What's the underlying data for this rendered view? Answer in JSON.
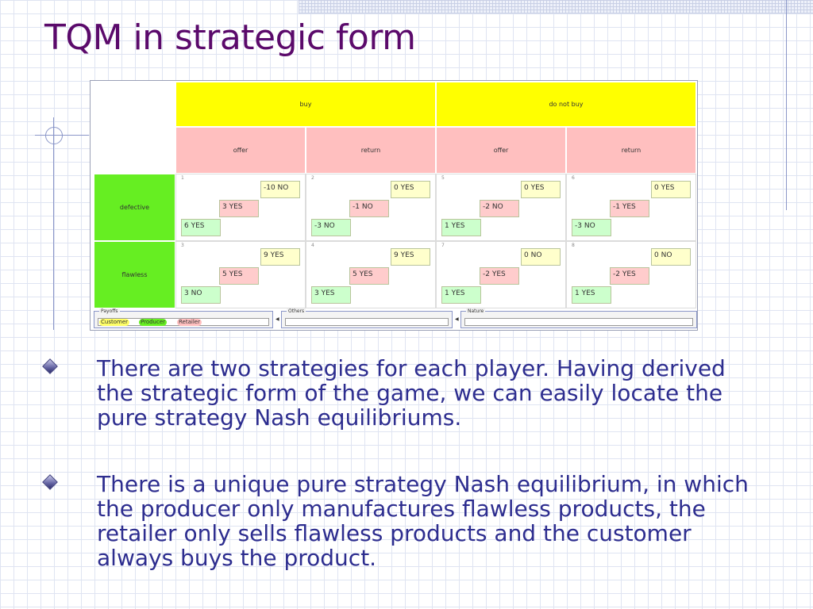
{
  "slide": {
    "title": "TQM in strategic form",
    "bullets": [
      "There are two strategies for each player. Having derived the strategic form of the game, we can easily locate the pure strategy Nash equilibriums.",
      "There is a unique pure strategy Nash equilibrium, in which the producer only manufactures flawless products, the retailer only sells flawless products and the customer always buys the product."
    ]
  },
  "game": {
    "customer_strategies": [
      "buy",
      "do not buy"
    ],
    "retailer_strategies": [
      "offer",
      "return",
      "offer",
      "return"
    ],
    "producer_strategies": [
      "defective",
      "flawless"
    ],
    "cells": [
      [
        {
          "num": "1",
          "customer": "-10 NO",
          "producer": "3 YES",
          "retailer": "6 YES"
        },
        {
          "num": "2",
          "customer": "0 YES",
          "producer": "-1 NO",
          "retailer": "-3 NO"
        },
        {
          "num": "5",
          "customer": "0 YES",
          "producer": "-2 NO",
          "retailer": "1 YES"
        },
        {
          "num": "6",
          "customer": "0 YES",
          "producer": "-1 YES",
          "retailer": "-3 NO"
        }
      ],
      [
        {
          "num": "3",
          "customer": "9 YES",
          "producer": "5 YES",
          "retailer": "3 NO"
        },
        {
          "num": "4",
          "customer": "9 YES",
          "producer": "5 YES",
          "retailer": "3 YES"
        },
        {
          "num": "7",
          "customer": "0 NO",
          "producer": "-2 YES",
          "retailer": "1 YES"
        },
        {
          "num": "8",
          "customer": "0 NO",
          "producer": "-2 YES",
          "retailer": "1 YES"
        }
      ]
    ],
    "statusbar": {
      "payoffs_label": "Payoffs",
      "others_label": "Others",
      "nature_label": "Nature",
      "players": [
        "Customer",
        "Producer",
        "Retailer"
      ]
    },
    "colors": {
      "customer_header": "#ffff00",
      "retailer_header": "#ffbfbf",
      "producer_header": "#66ee22",
      "title": "#5b0a6b",
      "bullet_text": "#2d2d8f"
    }
  }
}
